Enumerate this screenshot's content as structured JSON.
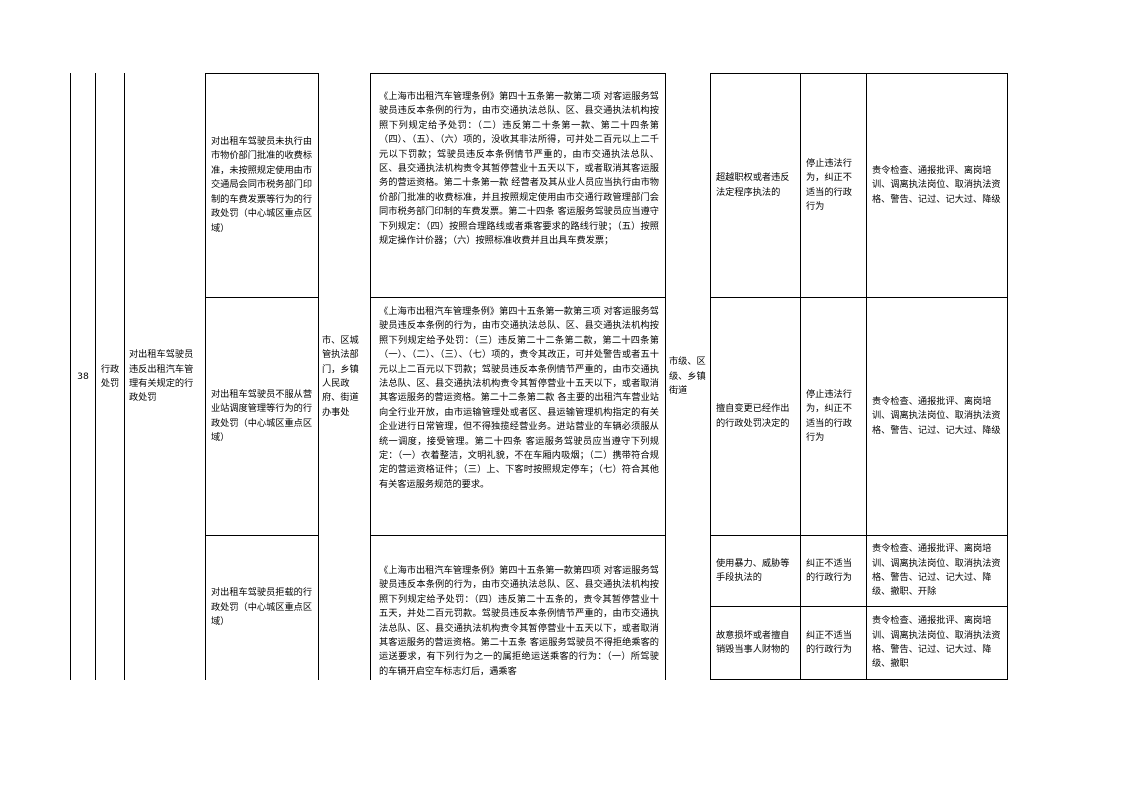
{
  "row": {
    "number": "38",
    "category": "行政处罚",
    "item_name": "对出租车驾驶员违反出租汽车管理有关规定的行政处罚",
    "enforcer": "市、区城管执法部门，乡镇人民政府、街道办事处",
    "level": "市级、区级、乡镇街道"
  },
  "subitems": [
    {
      "name": "对出租车驾驶员未执行由市物价部门批准的收费标准，未按照规定使用由市交通局会同市税务部门印制的车费发票等行为的行政处罚（中心城区重点区域）",
      "basis": "《上海市出租汽车管理条例》第四十五条第一款第二项 对客运服务驾驶员违反本条例的行为，由市交通执法总队、区、县交通执法机构按照下列规定给予处罚：（二）违反第二十条第一款、第二十四条第（四）、（五）、（六）项的，没收其非法所得，可并处二百元以上二千元以下罚款；驾驶员违反本条例情节严重的，由市交通执法总队、区、县交通执法机构责令其暂停营业十五天以下，或者取消其客运服务的营运资格。第二十条第一款 经营者及其从业人员应当执行由市物价部门批准的收费标准，并且按照规定使用由市交通行政管理部门会同市税务部门印制的车费发票。第二十四条 客运服务驾驶员应当遵守下列规定：（四）按照合理路线或者乘客要求的路线行驶；（五）按照规定操作计价器；（六）按照标准收费并且出具车费发票；",
      "duties": [
        {
          "situation": "超越职权或者违反法定程序执法的",
          "measure": "停止违法行为，纠正不适当的行政行为",
          "accountability": "责令检查、通报批评、离岗培训、调离执法岗位、取消执法资格、警告、记过、记大过、降级"
        }
      ]
    },
    {
      "name": "对出租车驾驶员不服从营业站调度管理等行为的行政处罚（中心城区重点区域）",
      "basis": "《上海市出租汽车管理条例》第四十五条第一款第三项 对客运服务驾驶员违反本条例的行为，由市交通执法总队、区、县交通执法机构按照下列规定给予处罚：（三）违反第二十二条第二款，第二十四条第（一）、（二）、（三）、（七）项的，责令其改正，可并处警告或者五十元以上二百元以下罚款；驾驶员违反本条例情节严重的，由市交通执法总队、区、县交通执法机构责令其暂停营业十五天以下，或者取消其客运服务的营运资格。第二十二条第二款 各主要的出租汽车营业站向全行业开放，由市运输管理处或者区、县运输管理机构指定的有关企业进行日常管理，但不得独揽经营业务。进站营业的车辆必须服从统一调度，接受管理。第二十四条 客运服务驾驶员应当遵守下列规定：（一）衣着整洁，文明礼貌，不在车厢内吸烟；（二）携带符合规定的营运资格证件；（三）上、下客时按照规定停车；（七）符合其他有关客运服务规范的要求。",
      "duties": [
        {
          "situation": "擅自变更已经作出的行政处罚决定的",
          "measure": "停止违法行为，纠正不适当的行政行为",
          "accountability": "责令检查、通报批评、离岗培训、调离执法岗位、取消执法资格、警告、记过、记大过、降级"
        }
      ]
    },
    {
      "name": "对出租车驾驶员拒载的行政处罚（中心城区重点区域）",
      "basis": "《上海市出租汽车管理条例》第四十五条第一款第四项 对客运服务驾驶员违反本条例的行为，由市交通执法总队、区、县交通执法机构按照下列规定给予处罚：（四）违反第二十五条的，责令其暂停营业十五天，并处二百元罚款。驾驶员违反本条例情节严重的，由市交通执法总队、区、县交通执法机构责令其暂停营业十五天以下，或者取消其客运服务的营运资格。第二十五条 客运服务驾驶员不得拒绝乘客的运送要求，有下列行为之一的属拒绝运送乘客的行为：（一）所驾驶的车辆开启空车标志灯后，遇乘客",
      "duties": [
        {
          "situation": "使用暴力、威胁等手段执法的",
          "measure": "纠正不适当的行政行为",
          "accountability": "责令检查、通报批评、离岗培训、调离执法岗位、取消执法资格、警告、记过、记大过、降级、撤职、开除"
        },
        {
          "situation": "故意损坏或者擅自销毁当事人财物的",
          "measure": "纠正不适当的行政行为",
          "accountability": "责令检查、通报批评、离岗培训、调离执法岗位、取消执法资格、警告、记过、记大过、降级、撤职"
        }
      ]
    }
  ]
}
